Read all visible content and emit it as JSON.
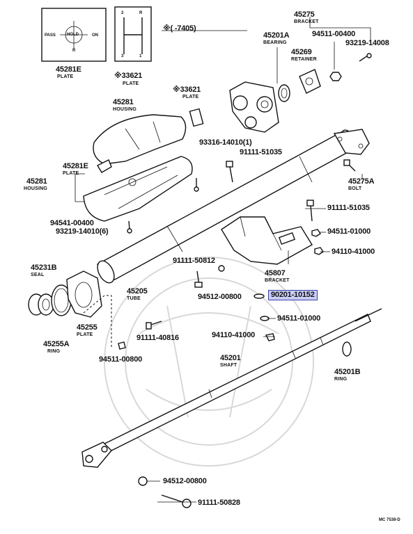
{
  "header": {
    "serial_range": "※(  -7405)"
  },
  "plate_45281E": {
    "top_left": "PASS",
    "top_right": "ON",
    "center": "HOLD",
    "bottom": "R",
    "part_number": "45281E",
    "part_name": "PLATE"
  },
  "plate_33621": {
    "g2": "2",
    "gR": "R",
    "g3": "3",
    "g1": "1",
    "part_number": "※33621",
    "part_name": "PLATE"
  },
  "parts": [
    {
      "id": "45275",
      "number": "45275",
      "name": "BRACKET"
    },
    {
      "id": "45201A",
      "number": "45201A",
      "name": "BEARING"
    },
    {
      "id": "94511-00400",
      "number": "94511-00400",
      "name": ""
    },
    {
      "id": "93219-14008",
      "number": "93219-14008",
      "name": ""
    },
    {
      "id": "45269",
      "number": "45269",
      "name": "RETAINER"
    },
    {
      "id": "33621b",
      "number": "※33621",
      "name": "PLATE"
    },
    {
      "id": "45281",
      "number": "45281",
      "name": "HOUSING"
    },
    {
      "id": "93316-14010",
      "number": "93316-14010(1)",
      "name": ""
    },
    {
      "id": "91111-51035a",
      "number": "91111-51035",
      "name": ""
    },
    {
      "id": "45281E2",
      "number": "45281E",
      "name": "PLATE"
    },
    {
      "id": "45281b",
      "number": "45281",
      "name": "HOUSING"
    },
    {
      "id": "45275A",
      "number": "45275A",
      "name": "BOLT"
    },
    {
      "id": "91111-51035b",
      "number": "91111-51035",
      "name": ""
    },
    {
      "id": "94541-00400",
      "number": "94541-00400",
      "name": ""
    },
    {
      "id": "93219-14010",
      "number": "93219-14010(6)",
      "name": ""
    },
    {
      "id": "94511-01000a",
      "number": "94511-01000",
      "name": ""
    },
    {
      "id": "94110-41000a",
      "number": "94110-41000",
      "name": ""
    },
    {
      "id": "45231B",
      "number": "45231B",
      "name": "SEAL"
    },
    {
      "id": "91111-50812",
      "number": "91111-50812",
      "name": ""
    },
    {
      "id": "45807",
      "number": "45807",
      "name": "BRACKET"
    },
    {
      "id": "45205",
      "number": "45205",
      "name": "TUBE"
    },
    {
      "id": "94512-00800a",
      "number": "94512-00800",
      "name": ""
    },
    {
      "id": "90201-10152",
      "number": "90201-10152",
      "name": ""
    },
    {
      "id": "94511-01000b",
      "number": "94511-01000",
      "name": ""
    },
    {
      "id": "45255",
      "number": "45255",
      "name": "PLATE"
    },
    {
      "id": "91111-40816",
      "number": "91111-40816",
      "name": ""
    },
    {
      "id": "94110-41000b",
      "number": "94110-41000",
      "name": ""
    },
    {
      "id": "45255A",
      "number": "45255A",
      "name": "RING"
    },
    {
      "id": "94511-00800",
      "number": "94511-00800",
      "name": ""
    },
    {
      "id": "45201",
      "number": "45201",
      "name": "SHAFT"
    },
    {
      "id": "45201B",
      "number": "45201B",
      "name": "RING"
    },
    {
      "id": "94512-00800b",
      "number": "94512-00800",
      "name": ""
    },
    {
      "id": "91111-50828",
      "number": "91111-50828",
      "name": ""
    }
  ],
  "highlight": {
    "part_number": "90201-10152",
    "color": "#c9cdf6"
  },
  "footer": {
    "code": "MC 7538-D"
  }
}
